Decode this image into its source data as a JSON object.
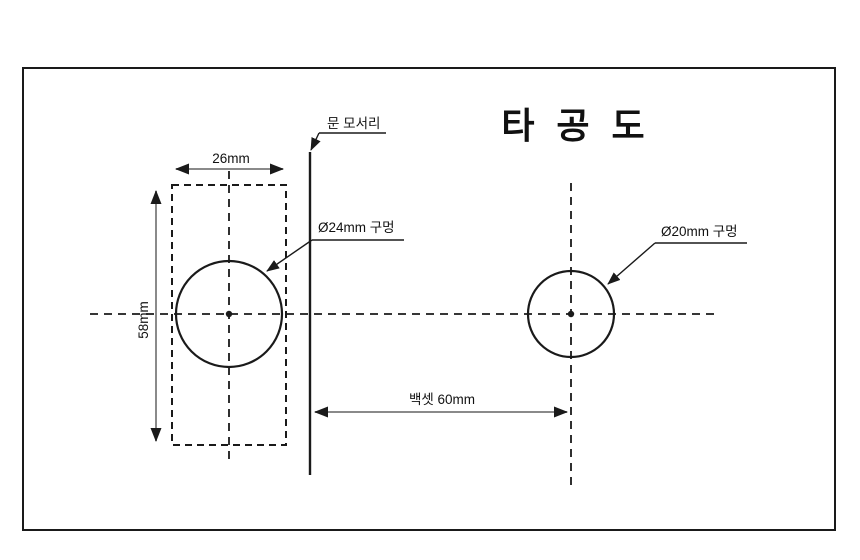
{
  "title": "타 공 도",
  "labels": {
    "door_edge": "문 모서리",
    "hole_left": "Ø24mm 구멍",
    "hole_right": "Ø20mm 구멍",
    "backset": "백셋 60mm",
    "plate_width": "26mm",
    "plate_height": "58mm"
  },
  "dimensions": {
    "left_hole_diameter_mm": 24,
    "right_hole_diameter_mm": 20,
    "outline_width_mm": 26,
    "outline_height_mm": 58,
    "backset_mm": 60
  },
  "colors": {
    "line": "#1a1a1a",
    "dimension_shaft": "#8a8a8a",
    "background": "#ffffff"
  }
}
